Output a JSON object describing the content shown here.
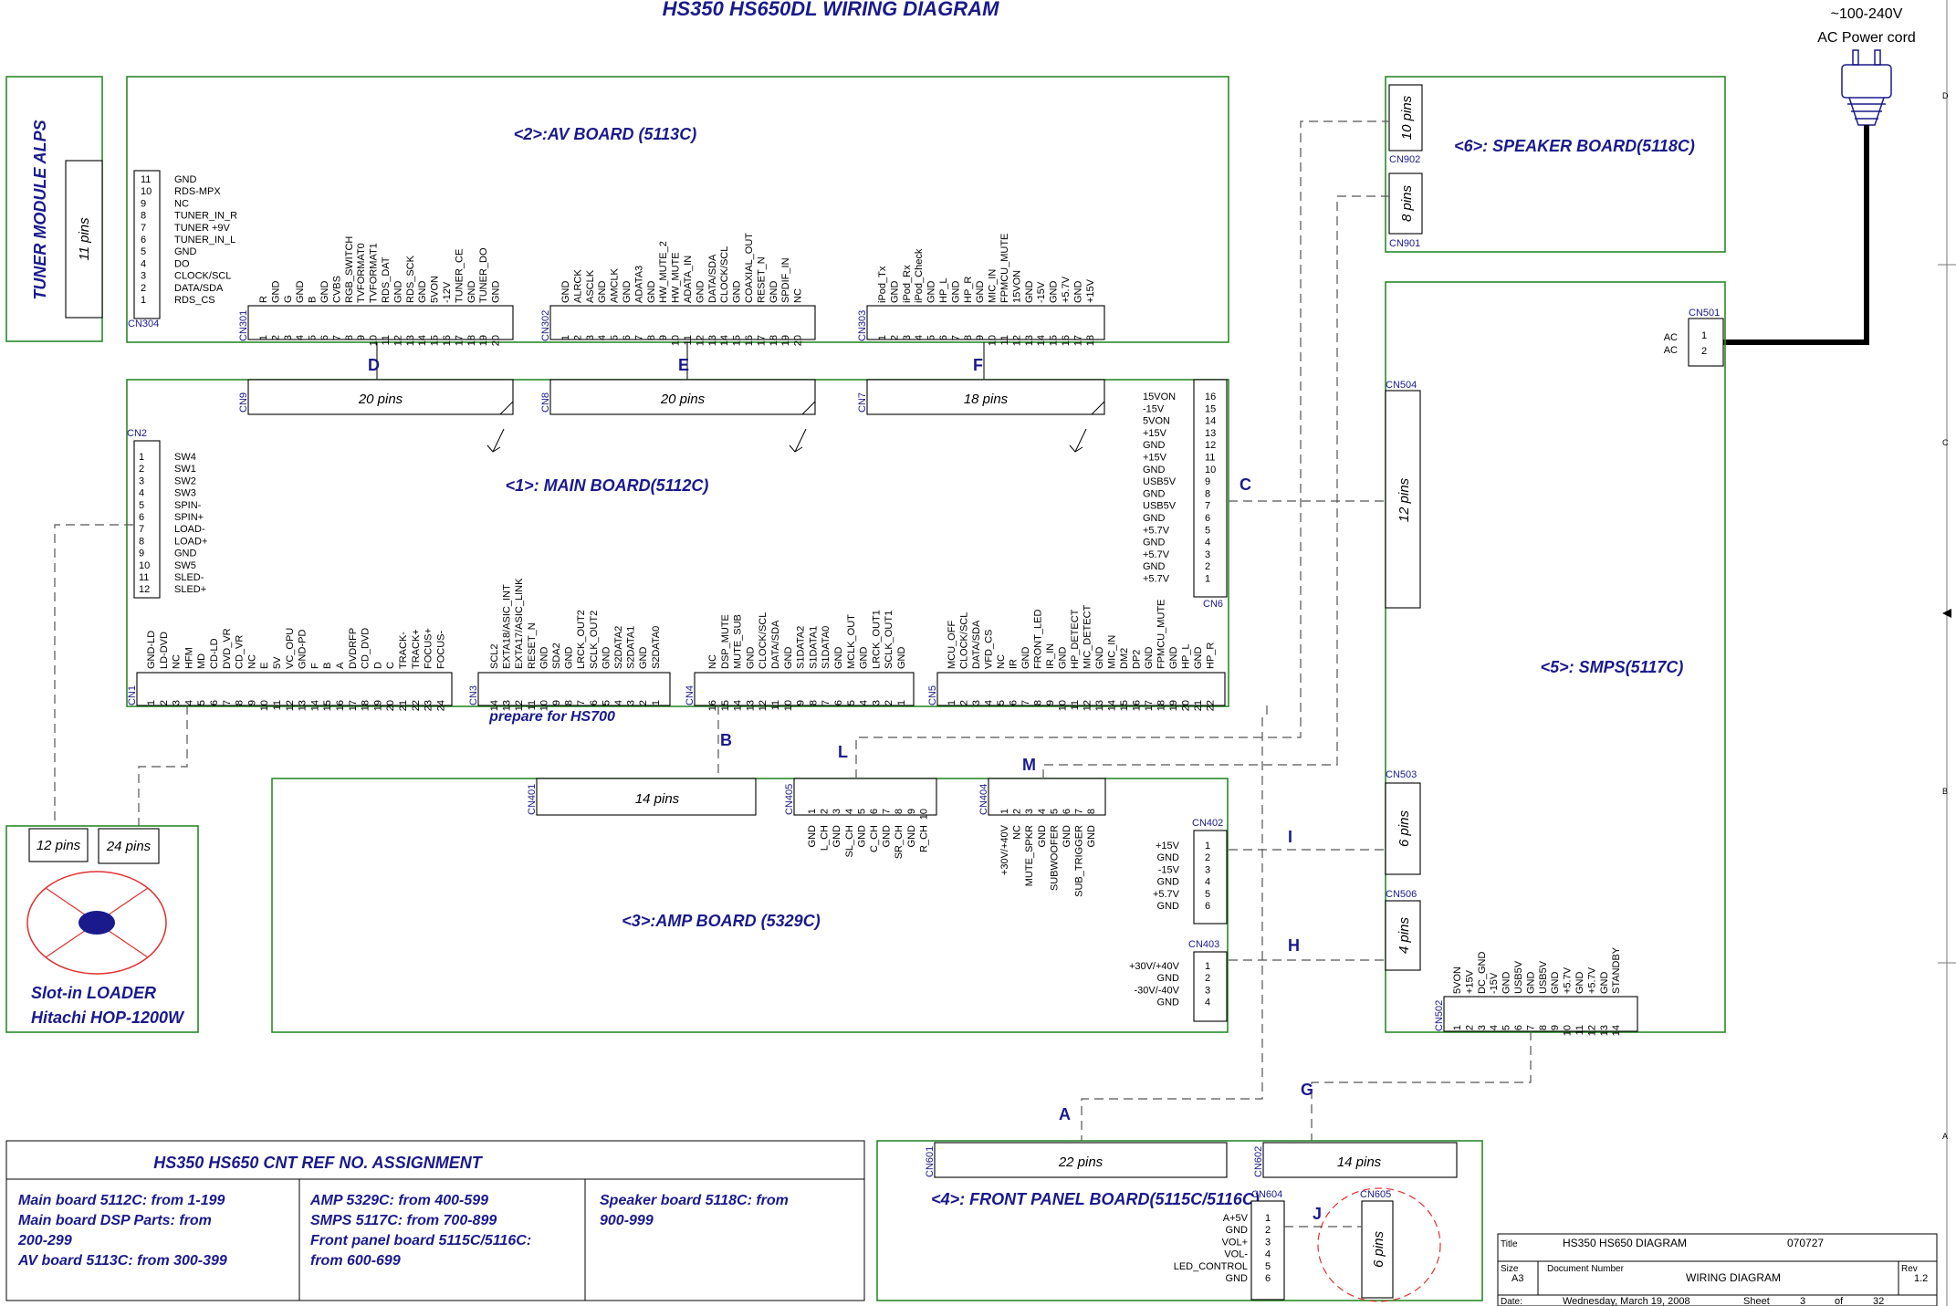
{
  "title": "HS350 HS650DL WIRING DIAGRAM",
  "power": {
    "voltage": "~100-240V",
    "label": "AC Power cord",
    "ac1": "AC",
    "ac2": "AC"
  },
  "tuner": {
    "title": "TUNER MODULE  ALPS",
    "pins": "11 pins",
    "cn": "CN304",
    "signals": [
      "GND",
      "RDS-MPX",
      "NC",
      "TUNER_IN_R",
      "TUNER +9V",
      "TUNER_IN_L",
      "GND",
      "DO",
      "CLOCK/SCL",
      "DATA/SDA",
      "RDS_CS"
    ],
    "numbers": [
      "11",
      "10",
      "9",
      "8",
      "7",
      "6",
      "5",
      "4",
      "3",
      "2",
      "1"
    ]
  },
  "av_board": {
    "title": "<2>:AV BOARD (5113C)",
    "cn301": {
      "name": "CN301",
      "signals": [
        "R",
        "GND",
        "G",
        "GND",
        "B",
        "GND",
        "CVBS",
        "RGB_SWITCH",
        "TVFORMAT0",
        "TVFORMAT1",
        "RDS_DAT",
        "GND",
        "RDS_SCK",
        "GND",
        "5VON",
        "-12V",
        "TUNER_CE",
        "GND",
        "TUNER_DO",
        "GND"
      ]
    },
    "cn302": {
      "name": "CN302",
      "signals": [
        "GND",
        "ALRCK",
        "ASCLK",
        "GND",
        "AMCLK",
        "GND",
        "ADATA3",
        "GND",
        "HW_MUTE_2",
        "HW_MUTE",
        "ADATA_IN",
        "GND",
        "DATA/SDA",
        "CLOCK/SCL",
        "GND",
        "COAXIAL_OUT",
        "RESET_N",
        "GND",
        "SPDIF_IN",
        "NC"
      ]
    },
    "cn303": {
      "name": "CN303",
      "signals": [
        "iPod_Tx",
        "GND",
        "iPod_Rx",
        "iPod_Check",
        "GND",
        "HP_L",
        "GND",
        "HP_R",
        "GND",
        "MIC_IN",
        "FPMCU_MUTE",
        "15VON",
        "GND",
        "-15V",
        "GND",
        "+5.7V",
        "GND",
        "+15V"
      ]
    }
  },
  "main_board": {
    "title": "<1>: MAIN BOARD(5112C)",
    "cn9": {
      "name": "CN9",
      "pins": "20 pins"
    },
    "cn8": {
      "name": "CN8",
      "pins": "20 pins"
    },
    "cn7": {
      "name": "CN7",
      "pins": "18 pins"
    },
    "cn2": {
      "name": "CN2",
      "signals": [
        "SW4",
        "SW1",
        "SW2",
        "SW3",
        "SPIN-",
        "SPIN+",
        "LOAD-",
        "LOAD+",
        "GND",
        "SW5",
        "SLED-",
        "SLED+"
      ]
    },
    "cn6": {
      "name": "CN6",
      "signals": [
        "15VON",
        "-15V",
        "5VON",
        "+15V",
        "GND",
        "+15V",
        "GND",
        "USB5V",
        "GND",
        "USB5V",
        "GND",
        "+5.7V",
        "GND",
        "+5.7V",
        "GND",
        "+5.7V"
      ],
      "numbers": [
        "16",
        "15",
        "14",
        "13",
        "12",
        "11",
        "10",
        "9",
        "8",
        "7",
        "6",
        "5",
        "4",
        "3",
        "2",
        "1"
      ]
    },
    "cn1": {
      "name": "CN1",
      "signals": [
        "GND-LD",
        "LD-DVD",
        "NC",
        "HFM",
        "MD",
        "CD-LD",
        "DVD_VR",
        "CD_VR",
        "NC",
        "E",
        "5V",
        "VC_OPU",
        "GND-PD",
        "F",
        "B",
        "A",
        "DVDRFP",
        "CD_DVD",
        "D",
        "C",
        "TRACK-",
        "TRACK+",
        "FOCUS+",
        "FOCUS-"
      ]
    },
    "cn3": {
      "name": "CN3",
      "signals": [
        "SCL2",
        "EXTA18/ASIC_INT",
        "EXTA17/ASIC_LINK",
        "RESET_N",
        "GND",
        "SDA2",
        "GND",
        "LRCK_OUT2",
        "SCLK_OUT2",
        "GND",
        "S2DATA2",
        "S2DATA1",
        "GND",
        "S2DATA0"
      ]
    },
    "cn4": {
      "name": "CN4",
      "signals": [
        "NC",
        "DSP_MUTE",
        "MUTE_SUB",
        "GND",
        "CLOCK/SCL",
        "DATA/SDA",
        "GND",
        "S1DATA2",
        "S1DATA1",
        "S1DATA0",
        "GND",
        "MCLK_OUT",
        "GND",
        "LRCK_OUT1",
        "SCLK_OUT1",
        "GND"
      ]
    },
    "cn5": {
      "name": "CN5",
      "signals": [
        "MCU_OFF",
        "CLOCK/SCL",
        "DATA/SDA",
        "VFD_CS",
        "NC",
        "IR",
        "GND",
        "FRONT_LED",
        "IR_IN",
        "GND",
        "HP_DETECT",
        "MIC_DETECT",
        "GND",
        "MIC_IN",
        "DM2",
        "DP2",
        "GND",
        "FPMCU_MUTE",
        "GND",
        "HP_L",
        "GND",
        "HP_R"
      ]
    },
    "note": "prepare for HS700"
  },
  "amp_board": {
    "title": "<3>:AMP BOARD (5329C)",
    "cn401": {
      "name": "CN401",
      "pins": "14 pins"
    },
    "cn405": {
      "name": "CN405",
      "signals": [
        "GND",
        "L_CH",
        "GND",
        "SL_CH",
        "GND",
        "C_CH",
        "GND",
        "SR_CH",
        "GND",
        "R_CH"
      ]
    },
    "cn404": {
      "name": "CN404",
      "signals": [
        "+30V/+40V",
        "NC",
        "MUTE_SPKR",
        "GND",
        "SUBWOOFER",
        "GND",
        "SUB_TRIGGER",
        "GND"
      ]
    },
    "cn402": {
      "name": "CN402",
      "signals": [
        "+15V",
        "GND",
        "-15V",
        "GND",
        "+5.7V",
        "GND"
      ]
    },
    "cn403": {
      "name": "CN403",
      "signals": [
        "+30V/+40V",
        "GND",
        "-30V/-40V",
        "GND"
      ]
    }
  },
  "speaker_board": {
    "title": "<6>: SPEAKER BOARD(5118C)",
    "cn902": {
      "name": "CN902",
      "pins": "10 pins"
    },
    "cn901": {
      "name": "CN901",
      "pins": "8 pins"
    }
  },
  "smps": {
    "title": "<5>: SMPS(5117C)",
    "cn501": "CN501",
    "cn504": {
      "name": "CN504",
      "pins": "12 pins"
    },
    "cn503": {
      "name": "CN503",
      "pins": "6 pins"
    },
    "cn506": {
      "name": "CN506",
      "pins": "4 pins"
    },
    "cn502": {
      "name": "CN502",
      "signals": [
        "5VON",
        "+15V",
        "DC_GND",
        "-15V",
        "GND",
        "USB5V",
        "GND",
        "USB5V",
        "GND",
        "+5.7V",
        "GND",
        "+5.7V",
        "GND",
        "STANDBY"
      ]
    }
  },
  "loader": {
    "pins12": "12 pins",
    "pins24": "24 pins",
    "title1": "Slot-in LOADER",
    "title2": "Hitachi HOP-1200W"
  },
  "front_panel": {
    "title": "<4>: FRONT PANEL BOARD(5115C/5116C)",
    "cn601": {
      "name": "CN601",
      "pins": "22 pins"
    },
    "cn602": {
      "name": "CN602",
      "pins": "14 pins"
    },
    "cn604": {
      "name": "CN604",
      "signals": [
        "A+5V",
        "GND",
        "VOL+",
        "VOL-",
        "LED_CONTROL",
        "GND"
      ]
    },
    "cn605": {
      "name": "CN605",
      "pins": "6 pins"
    }
  },
  "links": [
    "A",
    "B",
    "C",
    "D",
    "E",
    "F",
    "G",
    "H",
    "I",
    "J",
    "L",
    "M"
  ],
  "ref_table": {
    "title": "HS350 HS650 CNT REF NO. ASSIGNMENT",
    "col1": [
      "Main board 5112C: from 1-199",
      "Main board DSP Parts: from",
      "200-299",
      "AV board 5113C: from 300-399"
    ],
    "col2": [
      "AMP 5329C: from 400-599",
      "SMPS 5117C: from 700-899",
      "Front panel board 5115C/5116C:",
      "from 600-699"
    ],
    "col3": [
      "Speaker board 5118C: from",
      "900-999"
    ]
  },
  "title_block": {
    "title_label": "Title",
    "title": "HS350 HS650 DIAGRAM",
    "code": "070727",
    "size_label": "Size",
    "size": "A3",
    "docnum_label": "Document Number",
    "docnum": "WIRING DIAGRAM",
    "rev_label": "Rev",
    "rev": "1.2",
    "date_label": "Date:",
    "date": "Wednesday, March 19, 2008",
    "sheet_label": "Sheet",
    "sheet": "3",
    "of_label": "of",
    "of": "32"
  },
  "margin_marks": [
    "D",
    "C",
    "B",
    "A"
  ]
}
